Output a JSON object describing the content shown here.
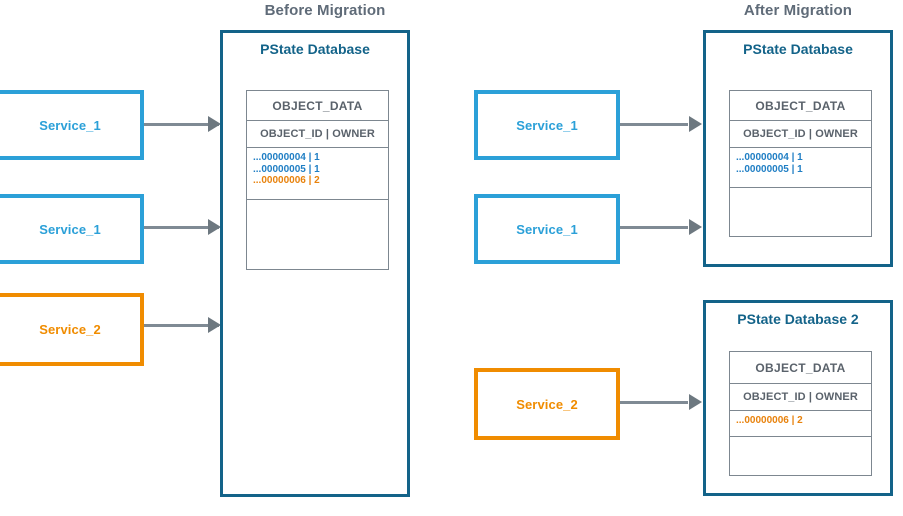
{
  "titles": {
    "before": "Before Migration",
    "after": "After Migration"
  },
  "colors": {
    "service_blue": "#2ba0d8",
    "service_orange": "#f08c00",
    "db_border": "#136389",
    "db_title": "#136389",
    "section_title": "#5f6b78",
    "arrow": "#7f8a94",
    "table_border": "#7d8790",
    "row_blue": "#1f7ec4",
    "row_orange": "#e8820c"
  },
  "table": {
    "title": "OBJECT_DATA",
    "header": "OBJECT_ID | OWNER"
  },
  "before": {
    "services": [
      {
        "label": "Service_1",
        "color": "blue"
      },
      {
        "label": "Service_1",
        "color": "blue"
      },
      {
        "label": "Service_2",
        "color": "orange"
      }
    ],
    "database": {
      "name": "PState Database",
      "rows": [
        {
          "text": "...00000004 | 1",
          "color": "blue"
        },
        {
          "text": "...00000005 | 1",
          "color": "blue"
        },
        {
          "text": "...00000006 | 2",
          "color": "orange"
        }
      ]
    }
  },
  "after": {
    "services": [
      {
        "label": "Service_1",
        "color": "blue"
      },
      {
        "label": "Service_1",
        "color": "blue"
      },
      {
        "label": "Service_2",
        "color": "orange"
      }
    ],
    "databases": [
      {
        "name": "PState Database",
        "rows": [
          {
            "text": "...00000004 | 1",
            "color": "blue"
          },
          {
            "text": "...00000005 | 1",
            "color": "blue"
          }
        ]
      },
      {
        "name": "PState Database 2",
        "rows": [
          {
            "text": "...00000006 | 2",
            "color": "orange"
          }
        ]
      }
    ]
  }
}
